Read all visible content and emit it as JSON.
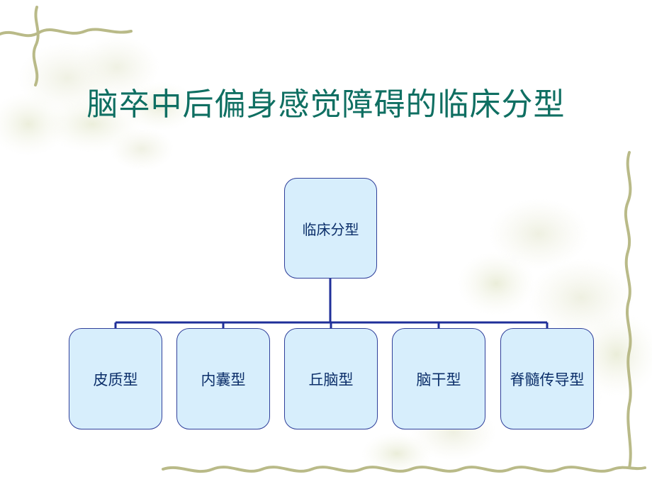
{
  "title": "脑卒中后偏身感觉障碍的临床分型",
  "diagram": {
    "root": "临床分型",
    "children": [
      "皮质型",
      "内囊型",
      "丘脑型",
      "脑干型",
      "脊髓传导型"
    ]
  },
  "colors": {
    "title": "#0f6f62",
    "node_fill": "#d7eefc",
    "node_border": "#2f3f9a",
    "connector": "#1f2f99",
    "node_text": "#0c2f6a"
  }
}
